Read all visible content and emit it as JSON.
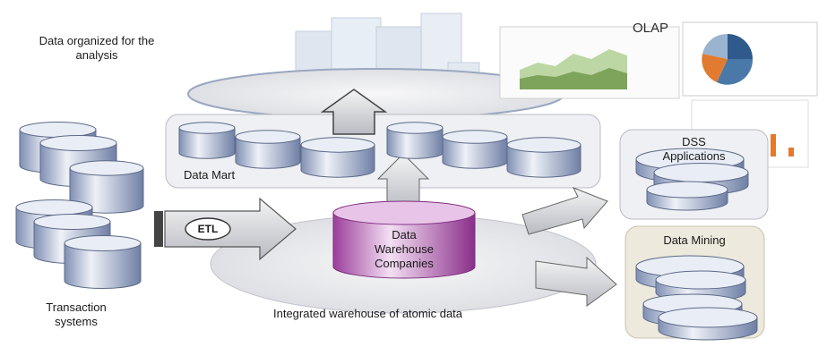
{
  "labels": {
    "data_organized": "Data organized for the\nanalysis",
    "olap": "OLAP",
    "data_mart": "Data Mart",
    "dss": "DSS\nApplications",
    "data_mining": "Data Mining",
    "etl": "ETL",
    "warehouse": "Data\nWarehouse\nCompanies",
    "transaction": "Transaction\nsystems",
    "integrated": "Integrated warehouse of atomic data"
  },
  "colors": {
    "cylinder_side": "#b9c3d9",
    "cylinder_top": "#e9edf5",
    "warehouse": "#c47cc4",
    "panel": "#eef0f3",
    "arrow": "#d7d9dd"
  },
  "icons": {
    "etl_arrow": "right-arrow-icon",
    "up_arrow": "up-arrow-icon",
    "olap_charts": "chart-thumbnails-icon"
  }
}
